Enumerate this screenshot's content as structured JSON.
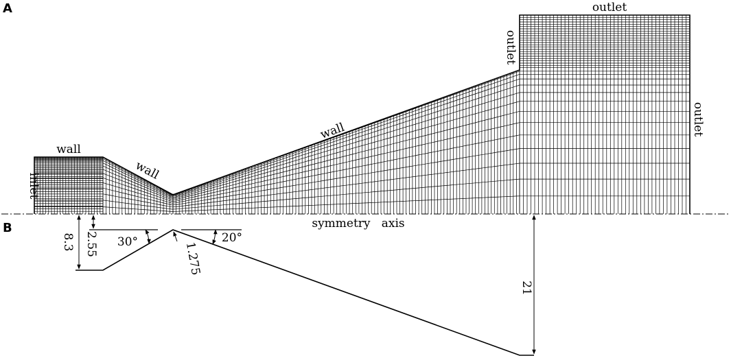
{
  "panels": {
    "a": "A",
    "b": "B"
  },
  "boundaries": {
    "inlet": "inlet",
    "wall_top": "wall",
    "wall_converging": "wall",
    "wall_diverging": "wall",
    "outlet_left": "outlet",
    "outlet_top": "outlet",
    "outlet_right": "outlet",
    "symmetry": "symmetry   axis"
  },
  "dimensions": {
    "inlet_height": "8.3",
    "throat_offset": "2.55",
    "throat_radius": "1.275",
    "outlet_height": "21",
    "converging_angle": "30°",
    "diverging_angle": "20°"
  },
  "colors": {
    "ink": "#000000",
    "background": "#ffffff"
  }
}
